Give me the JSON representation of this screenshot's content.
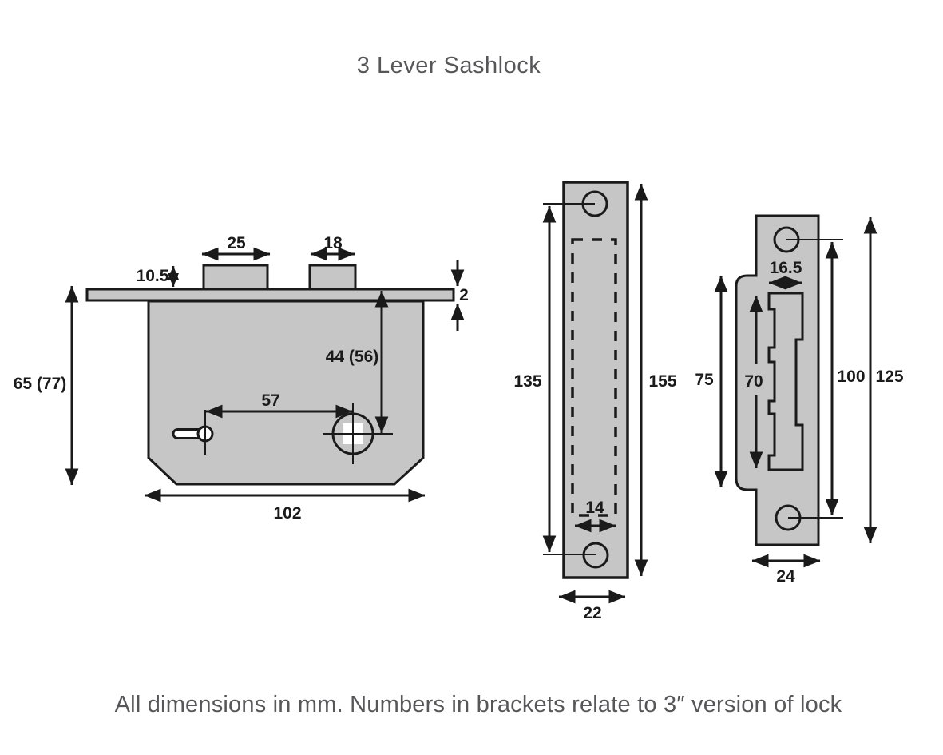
{
  "title": "3 Lever Sashlock",
  "footer": "All dimensions in mm. Numbers in brackets relate to 3″ version of lock",
  "colors": {
    "shape_fill": "#c6c6c6",
    "line": "#1a1a1a",
    "note_text": "#57575a"
  },
  "views": {
    "lock_body": {
      "dims": {
        "latch_bolt_width": "25",
        "dead_bolt_width": "18",
        "bolt_protrusion": "10.5",
        "faceplate_thickness": "2",
        "spindle_to_faceplate": "44 (56)",
        "keyhole_to_spindle": "57",
        "body_depth": "65 (77)",
        "body_width": "102"
      }
    },
    "faceplate": {
      "dims": {
        "screw_hole_spacing": "135",
        "plate_height": "155",
        "bolt_opening_width": "14",
        "plate_width": "22"
      }
    },
    "strike_plate": {
      "dims": {
        "cutout_width": "16.5",
        "keep_box_height": "75",
        "cutout_height": "70",
        "screw_hole_spacing": "100",
        "plate_height": "125",
        "plate_width": "24"
      }
    }
  }
}
